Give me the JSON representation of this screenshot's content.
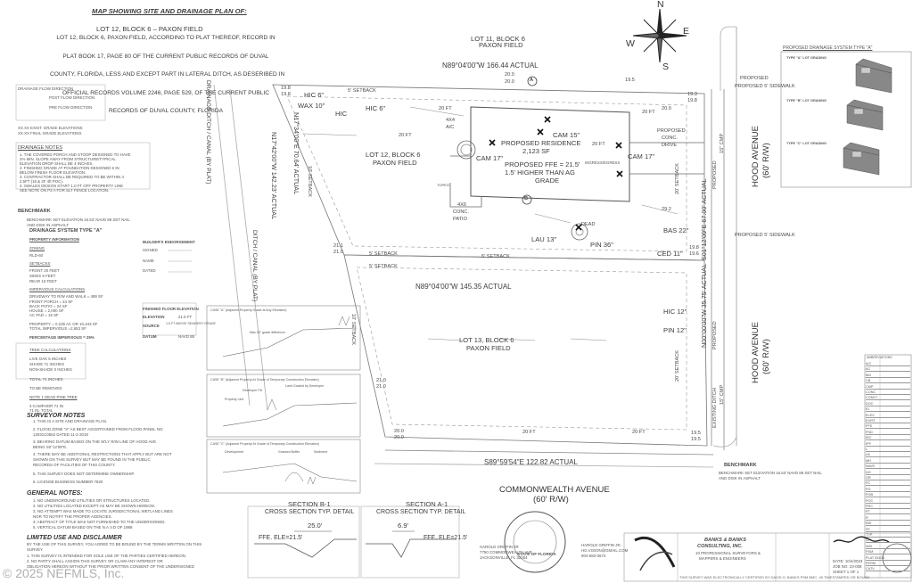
{
  "header": {
    "title": "MAP SHOWING SITE AND DRAINAGE PLAN OF:",
    "subject": "LOT 12, BLOCK 6 – PAXON FIELD",
    "legal": [
      "LOT 12, BLOCK 6, PAXON FIELD, ACCORDING TO PLAT THEREOF, RECORD IN",
      "PLAT BOOK 17, PAGE 80 OF THE CURRENT PUBLIC RECORDS OF DUVAL",
      "COUNTY, FLORIDA, LESS AND EXCEPT PART IN LATERAL DITCH, AS DESERIBED IN",
      "OFFICIAL RECORDS VOLUME 2246, PAGE 529, OF THE CURRENT PUBLIC",
      "RECORDS OF DUVAL COUNTY, FLORIDA"
    ]
  },
  "compass": {
    "n": "N",
    "w": "W",
    "e": "E",
    "s": "S"
  },
  "legend": {
    "title": "DRAINAGE FLOW DIRECTION",
    "items": [
      "POST FLOW DIRECTION",
      "PRE FLOW DIRECTION"
    ],
    "codes": [
      "XX.XX  EXIST. GRADE ELEVATIONS",
      "XX.XX  FINAL GRADE ELEVATIONS"
    ]
  },
  "drainage_notes": {
    "title": "DRAINAGE NOTES",
    "items": [
      "1. THE COVERED PORCH AND STOOP DESIGNED TO HAVE",
      "   2% MIN. SLOPE AWAY FROM STRUCTURE/TYPICAL",
      "   ELEVATION DROP SHALL BE 4 INCHES.",
      "2. FINISHED GRADE AT FOUNDATION DESIGNED 6 IN",
      "   BELOW FINISH FLOOR ELEVATION.",
      "3. CONTRACTOR SHALL BE REQUIRED TO BE WITHIN 4",
      "   2.5FT (18 & 2F 4ft POC).",
      "4. SWALES DESIGN START 1.0 FT OFF PROPERTY LINE",
      "   SEE NOTE ON P3 A FOR SLT FENCE LOCATION."
    ]
  },
  "benchmark_block": {
    "title": "BENCHMARK",
    "text": [
      "BENCHMARK SET ELEVATION 16.53' NAVD 88 SET NAIL",
      "AND DISK IN ASPHALT"
    ],
    "system": "DRAINAGE SYSTEM TYPE \"A\""
  },
  "property_info": {
    "title": "PROPERTY INFORMATION",
    "zoning_label": "ZONING",
    "zoning": "RLD-60",
    "setbacks_label": "SETBACKS",
    "setbacks": [
      "FRONT      20 FEET",
      "SIDES       5 FEET",
      "REAR      10 FEET"
    ],
    "impervious_label": "IMPERVIOUS CALCULATIONS",
    "impervious": [
      "DRIVEWAY TO R/W AND WALK = 489 SF",
      "FRONT PORCH  = 24 SF",
      "BACK PATIO    = 24 SF",
      "HOUSE         = 2,000 SF",
      "AC PAD        = 16 SF"
    ],
    "property": [
      "PROPERTY = 0.239 AC OR 10,443 SF",
      "TOTAL IMPERVIOUS =2,653 SF"
    ],
    "percentage": "PERCENTAGE IMPERVIOUS = 25%"
  },
  "tree_calc": {
    "title": "TREE CALCULATIONS",
    "items": [
      "LIVE OAK      5 INCHES",
      "SHADE        71 INCHES",
      "NON-SHADE    0 INCHES"
    ],
    "total": "TOTAL 71 INCHES",
    "removed": "TO BE REMOVED",
    "note": "NOTE 1 DEAD PINE TREE",
    "campher": [
      "4-CAMPHOR 71 IN",
      "71 IN. TOTAL"
    ]
  },
  "builder": {
    "title": "BUILDER'S ENDORSEMENT",
    "fields": [
      "SIGNED",
      "NAME",
      "DATED"
    ]
  },
  "ffe_block": {
    "title": "FINISHED FLOOR ELEVATION",
    "rows": [
      [
        "ELEVATION",
        "21.5 FT"
      ],
      [
        "SOURCE",
        "1.5 FT ABOVE SEAWENT GRADE"
      ],
      [
        "DATUM",
        "NAVD 88"
      ]
    ]
  },
  "surveyor_notes": {
    "title": "SURVEYOR NOTES",
    "items": [
      "1. THIS IS A SITE AND DRAINAGE PLAN.",
      "2. FLOOD ZONE  \"X\"  AS BEST ASCERTAINED FROM FLOOD PANEL NO.",
      "   12031C0552 DATED   11-2-2018",
      "3. BEARING DATUM BASED  ON THE W'LY R/W LINE OF HOOD AVE",
      "   BEING S0°12'09\"E.",
      "4. THERE MAY BE ADDITIONAL RESTRICTIONS THAT APPLY BUT ARE NOT",
      "   SHOWN ON THIS SURVEY BUT MAY BE FOUND IN THE PUBLIC",
      "   RECORDS OF FACILITIES OF THIS COUNTY.",
      "5. THIS SURVEY DOES NOT DETERMINE OWNERSHIP.",
      "6. LICENSE BUSINESS NUMBER 7820"
    ]
  },
  "general_notes": {
    "title": "GENERAL NOTES:",
    "items": [
      "1. NO UNDERGROUND UTILITIES OR STRUCTURES  LOCATED.",
      "2. NO UTILITIES LOCATED EXCEPT AS MAY BE SHOWN HEREON.",
      "3. NO ATTEMPT WAS MADE TO LOCATE JURISDICTIONAL WETLAND LINES",
      "   NOR TO NOTIFY THE  PROPER AGENCIES.",
      "4. ABSTRACT OF TITLE WAS NOT FURNISHED TO THE UNDERSIGNED.",
      "5. VERTICAL DATUM BASED ON THE N.A.V.D OF 1988"
    ]
  },
  "limited_use": {
    "title": "LIMITED USE AND DISCLAIMER",
    "items": [
      "BY THE USE OF THIS SURVEY, YOU AGREE TO BE BOUND BY THE TERMS WRITTEN ON THIS",
      "SURVEY.",
      "1.   THIS SURVEY IS INTENDED FOR SOLE USE OF THE PARTIES CERTIFIED HEREON.",
      "2.   NO PARTY SHALL ASSIGN THIS SURVEY OR CLAIM ANY INTEREST OR",
      "     OBLIGATION HEREON WITHOUT THE PRIOR  WRITTEN CONSENT OF THE UNDERSIGNED"
    ]
  },
  "plan": {
    "lot11": [
      "LOT 11, BLOCK 6",
      "PAXON FIELD"
    ],
    "lot12": [
      "LOT 12, BLOCK 6",
      "PAXON FIELD"
    ],
    "lot13": [
      "LOT 13, BLOCK 6",
      "PAXON FIELD"
    ],
    "top_bearing": "N89°04'00\"W  166.44 ACTUAL",
    "mid_bearing": "N89°04'00\"W  145.35 ACTUAL",
    "bottom_bearing": "S89°59'54\"E  122.82 ACTUAL",
    "west_bearing": "N17°42'00\"W  142.23' ACTUAL",
    "east_bearing": "S01°12'09\"E  67.00' ACTUAL",
    "east_bearing2": "N00°00'00\"W  35.75' ACTUAL",
    "west_bearing2": "N17°34'00\"E  70.64' ACTUAL",
    "canal": "DRAINAGE DITCH / CANAL (BY PLAT)",
    "canal2": "DITCH / CANAL (BY PLAT)",
    "road1": "HOOD AVENUE",
    "road1b": "(60' R/W)",
    "road2": "HOOD AVENUE",
    "road2b": "(60' R/W)",
    "road3": "COMMONWEALTH AVENUE",
    "road3b": "(60' R/W)",
    "setback5_top": "5' SETBACK",
    "setback5_mid": "5' SETBACK",
    "setback5_mid2": "5' SETBACK",
    "setback5_bot": "5' SETBACK",
    "setback10": "10' SETBACK",
    "setback10b": "10' SETBACK",
    "setback20a": "20' SETBACK",
    "setback20b": "20' SETBACK",
    "twenty_ft": [
      "20 FT",
      "20 FT",
      "20 FT",
      "20 FT",
      "20 FT",
      "20 FT"
    ],
    "residence": [
      "PROPOSED RESIDENCE",
      "2,123 SF"
    ],
    "ffe": [
      "PROPOSED FFE = 21.5'",
      "1.5' HIGHER THAN AG",
      "GRADE"
    ],
    "drive": [
      "PROPOSED",
      "CONC.",
      "DRIVE"
    ],
    "patio": [
      "4X6",
      "CONC.",
      "PATIO"
    ],
    "ac": [
      "4X4",
      "A/C"
    ],
    "sidewalk": "PROPOSED 5' SIDEWALK",
    "sidewalk2": "PROPOSED 5' SIDEWALK",
    "trees": [
      "HIC 6\"",
      "WAX 10\"",
      "HIC",
      "HIC 6\"",
      "CAM 15\"",
      "CAM 17\"",
      "CAM 17\"",
      "LAU 13\"",
      "PIN 36\"",
      "DEAD",
      "BAS 22\"",
      "CED 11\"",
      "HIC 12\"",
      "PIN 12\""
    ],
    "elevs": [
      "19.8",
      "19.8",
      "20.0",
      "20.0",
      "19.5",
      "19.3",
      "19.8",
      "21.1",
      "21.0",
      "21.0",
      "21.0",
      "20.0",
      "20.0",
      "19.8",
      "19.6",
      "19.5",
      "19.5",
      "20.0",
      "29.2"
    ],
    "markers": [
      "A",
      "B"
    ],
    "ingress": "INGRESS/EGRESS",
    "cmp": "15\" CMP",
    "exist_ditch": "EXISTING DITCH",
    "proposed": "PROPOSED",
    "topo": "TOPEO"
  },
  "details": {
    "d1_title": "CASE \"A\" (Adjacent Property Grade at Any Elevation)",
    "d2_title": "CASE \"B\" (Adjacent Property At Grade of Temporary Construction Elevation)",
    "d3_title": "CASE \"C\" (Adjacent Property At Grade of Temporary Construction Elevation)",
    "labels": [
      "Max 18\" grade difference",
      "Developer Fill",
      "Property Line",
      "Land Graded by Developer",
      "Development",
      "Grassed Buffer",
      "Sediment"
    ]
  },
  "sections": {
    "b_title": [
      "SECTION B-1",
      "CROSS SECTION TYP. DETAIL"
    ],
    "a_title": [
      "SECTION A-1",
      "CROSS SECTION TYP. DETAIL"
    ],
    "b_dim": "25.0'",
    "a_dim": "6.9'",
    "ffe": "FFE. ELE=21.5'"
  },
  "drainage_system": {
    "title": "PROPOSED DRAINAGE SYSTEM TYPE \"A\"",
    "types": [
      "TYPE \"A\" LOT GRADING",
      "TYPE \"B\" LOT GRADING",
      "TYPE \"C\" LOT GRADING"
    ]
  },
  "benchmark_right": {
    "title": "BENCHMARK",
    "text": [
      "BENCHMARK SET ELEVATION 16.53' NAVD 88 SET NAIL",
      "AND DISK IN ASPHALT"
    ]
  },
  "abbrev": {
    "title": "ABBREVIATIONS",
    "rows": [
      "A/C",
      "AC",
      "BM",
      "CB",
      "CMP",
      "CONC",
      "CONST",
      "DOC",
      "EL",
      "ELEV",
      "EXIST",
      "FFE",
      "FND",
      "IRC",
      "IPF",
      "L",
      "LB",
      "MH",
      "NAVD",
      "NG",
      "OR",
      "PC",
      "PG",
      "POB",
      "POC",
      "PRC",
      "PT",
      "R",
      "RW",
      "SF",
      "TYP",
      "UT",
      "WM",
      "PSM",
      "PLAT BOOK",
      "PERM",
      "CATV"
    ]
  },
  "title_block": {
    "client": [
      "HAROLD GRIFFIN JR",
      "7750 COMMONWEALTH AVE",
      "JACKSONVILLE, FL 32254"
    ],
    "client2": [
      "HAROLD GRIFFIN JR.",
      "HG.VISION@GMAIL.COM",
      "904-583-0672"
    ],
    "company": [
      "BANKS & BANKS",
      "CONSULTING, INC."
    ],
    "company_sub": [
      "10 PROFESSIONAL SURVEYORS &",
      "MAPPERS & ENGINEERS"
    ],
    "seal_text": "STATE OF FLORIDA",
    "cert": "THIS SURVEY WAS ELECTRONICALLY CERTIFIED BY DAVID G. BANKS PSM BMC, 45 TIMESTAMPED OR BOUND",
    "sheet": [
      "DATE: 10/4/2023",
      "JOB NO: 23-008",
      "SHEET 1 OF 1"
    ]
  },
  "watermark": "© 2025 NEFMLS, Inc."
}
